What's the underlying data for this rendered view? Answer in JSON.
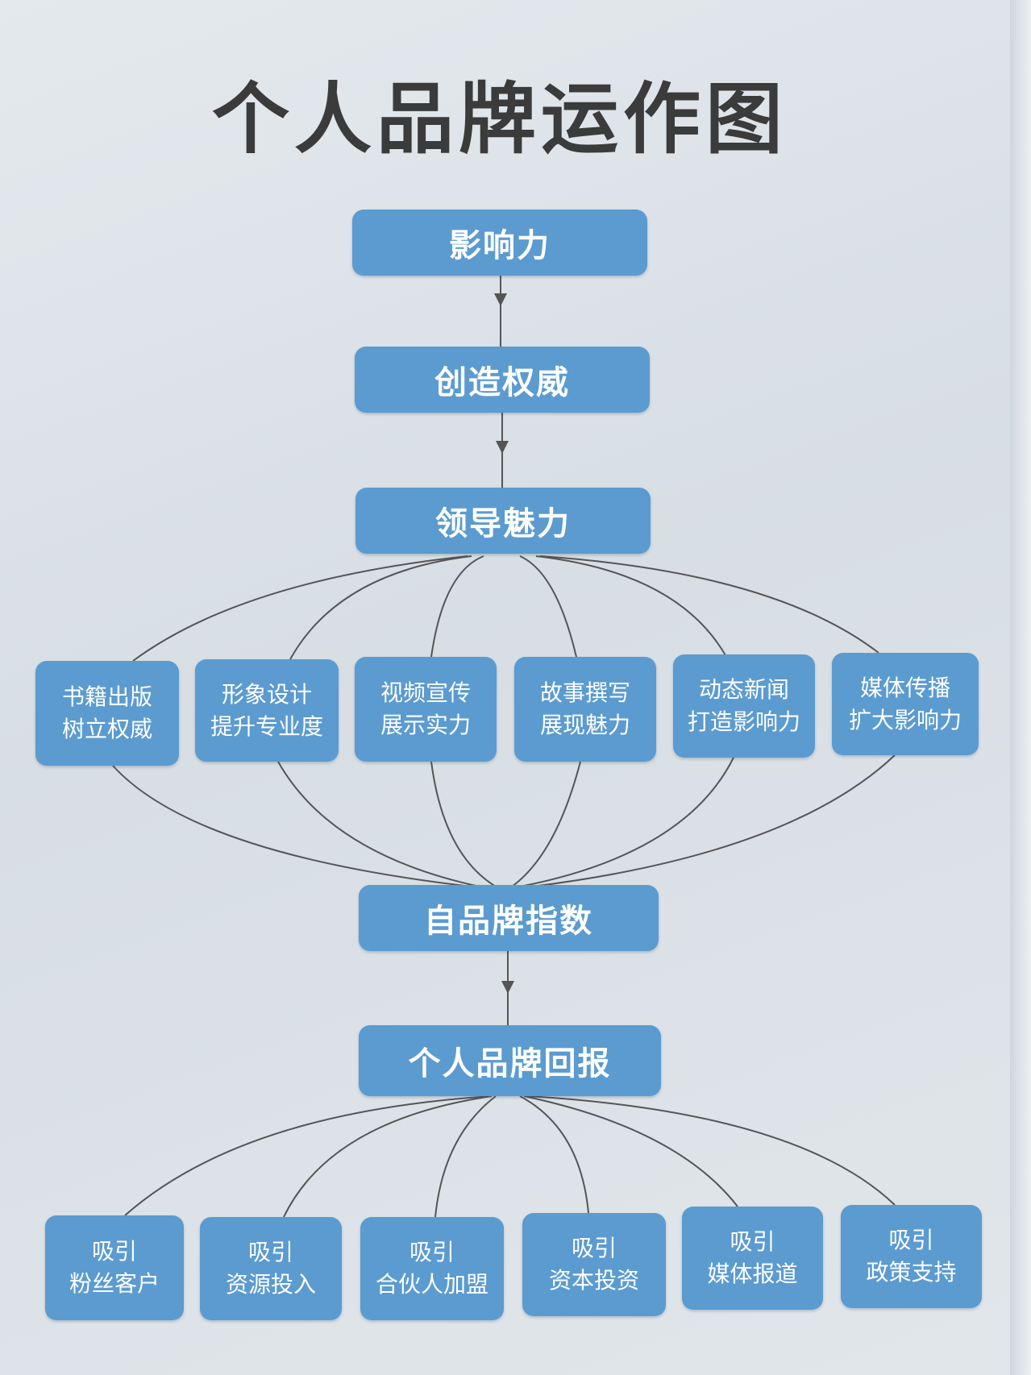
{
  "title": "个人品牌运作图",
  "chain": {
    "influence": "影响力",
    "authority": "创造权威",
    "charisma": "领导魅力",
    "index": "自品牌指数",
    "returns": "个人品牌回报"
  },
  "methods": [
    {
      "line1": "书籍出版",
      "line2": "树立权威"
    },
    {
      "line1": "形象设计",
      "line2": "提升专业度"
    },
    {
      "line1": "视频宣传",
      "line2": "展示实力"
    },
    {
      "line1": "故事撰写",
      "line2": "展现魅力"
    },
    {
      "line1": "动态新闻",
      "line2": "打造影响力"
    },
    {
      "line1": "媒体传播",
      "line2": "扩大影响力"
    }
  ],
  "rewards": [
    {
      "line1": "吸引",
      "line2": "粉丝客户"
    },
    {
      "line1": "吸引",
      "line2": "资源投入"
    },
    {
      "line1": "吸引",
      "line2": "合伙人加盟"
    },
    {
      "line1": "吸引",
      "line2": "资本投资"
    },
    {
      "line1": "吸引",
      "line2": "媒体报道"
    },
    {
      "line1": "吸引",
      "line2": "政策支持"
    }
  ],
  "colors": {
    "box": "#5b9bd0",
    "line": "#555555",
    "title": "#3b3b3b"
  }
}
